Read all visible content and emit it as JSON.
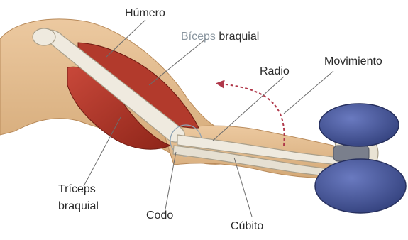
{
  "labels": {
    "humero": "Húmero",
    "biceps_a": "Bíceps",
    "biceps_b": "braquial",
    "radio": "Radio",
    "movimiento": "Movimiento",
    "triceps_1": "Tríceps",
    "triceps_2": "braquial",
    "codo": "Codo",
    "cubito": "Cúbito"
  },
  "colors": {
    "skin": "#e3bf93",
    "skin_dark": "#c99d6b",
    "muscle": "#b83a2c",
    "muscle_dark": "#8c2418",
    "bone": "#ece8dc",
    "weight": "#4a5a9c",
    "arrow": "#b0384a"
  }
}
